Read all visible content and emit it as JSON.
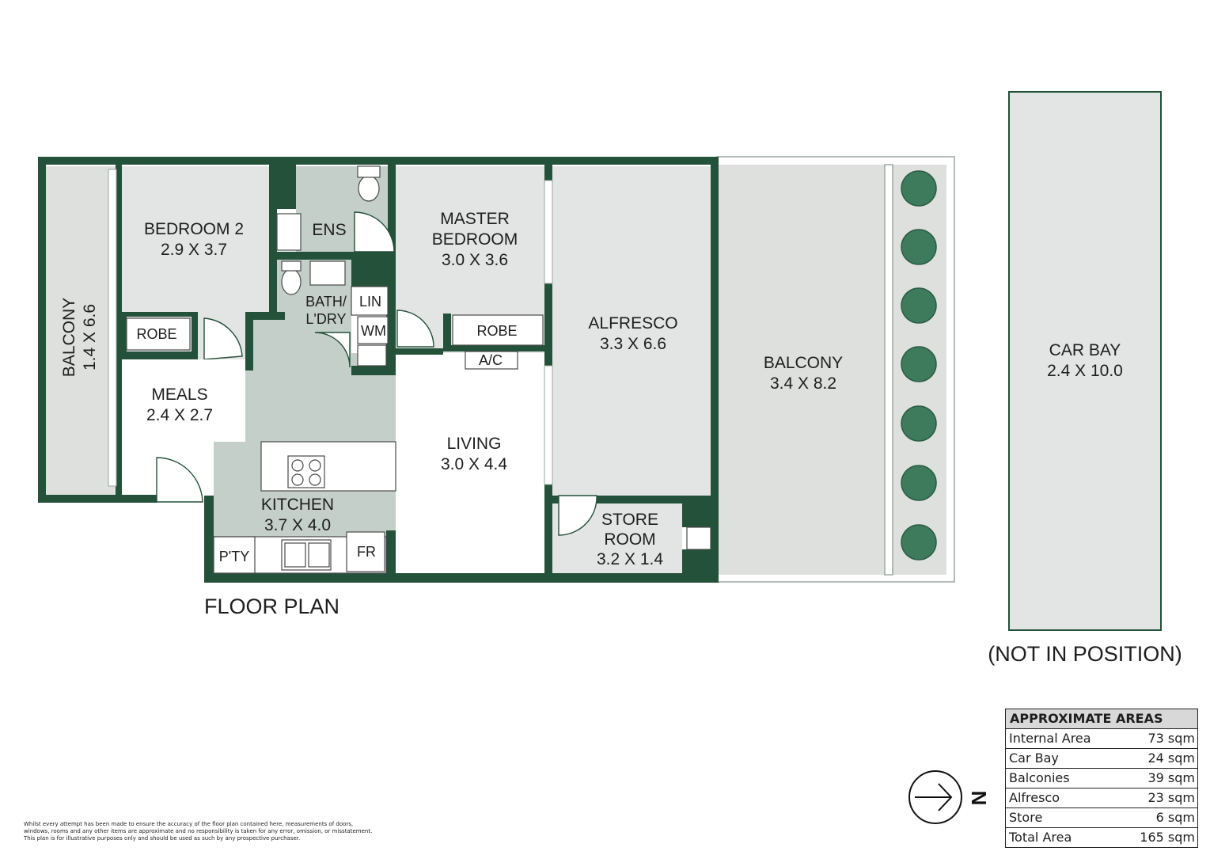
{
  "colors": {
    "wall": "#24513a",
    "room": "#e3e4e4",
    "wet": "#c4cfca",
    "outdoor": "#dde0dc",
    "planter": "#3e7a5c"
  },
  "rooms": {
    "bedroom2": {
      "name": "BEDROOM 2",
      "size": "2.9 X 3.7"
    },
    "ens": {
      "name": "ENS"
    },
    "master": {
      "name1": "MASTER",
      "name2": "BEDROOM",
      "size": "3.0 X 3.6"
    },
    "alfresco": {
      "name": "ALFRESCO",
      "size": "3.3 X 6.6"
    },
    "balcony_east": {
      "name": "BALCONY",
      "size": "3.4 X 8.2"
    },
    "balcony_west": {
      "name": "BALCONY",
      "size": "1.4 X 6.6"
    },
    "robe1": {
      "name": "ROBE"
    },
    "robe2": {
      "name": "ROBE"
    },
    "bath": {
      "name1": "BATH/",
      "name2": "L'DRY"
    },
    "lin": {
      "name": "LIN"
    },
    "wm": {
      "name": "WM"
    },
    "ac": {
      "name": "A/C"
    },
    "meals": {
      "name": "MEALS",
      "size": "2.4 X 2.7"
    },
    "kitchen": {
      "name": "KITCHEN",
      "size": "3.7 X 4.0"
    },
    "living": {
      "name": "LIVING",
      "size": "3.0 X 4.4"
    },
    "store": {
      "name1": "STORE",
      "name2": "ROOM",
      "size": "3.2 X 1.4"
    },
    "pantry": {
      "name": "P'TY"
    },
    "fridge": {
      "name": "FR"
    },
    "carbay": {
      "name": "CAR BAY",
      "size": "2.4 X 10.0"
    }
  },
  "floor_plan_label": "FLOOR PLAN",
  "not_in_position": "(NOT IN POSITION)",
  "compass": {
    "label": "N"
  },
  "areas_table": {
    "title": "APPROXIMATE AREAS",
    "rows": [
      {
        "label": "Internal Area",
        "value": "73 sqm"
      },
      {
        "label": "Car Bay",
        "value": "24 sqm"
      },
      {
        "label": "Balconies",
        "value": "39 sqm"
      },
      {
        "label": "Alfresco",
        "value": "23 sqm"
      },
      {
        "label": "Store",
        "value": "6 sqm"
      },
      {
        "label": "Total Area",
        "value": "165 sqm"
      }
    ]
  },
  "disclaimer": {
    "line1": "Whilst every attempt has been made to ensure the accuracy of the floor plan contained here, measurements of doors,",
    "line2": "windows, rooms and any other items are approximate and no responsibility is taken for any error, omission, or misstatement.",
    "line3": "This plan is for illustrative purposes only and should be used as such by any prospective purchaser."
  }
}
